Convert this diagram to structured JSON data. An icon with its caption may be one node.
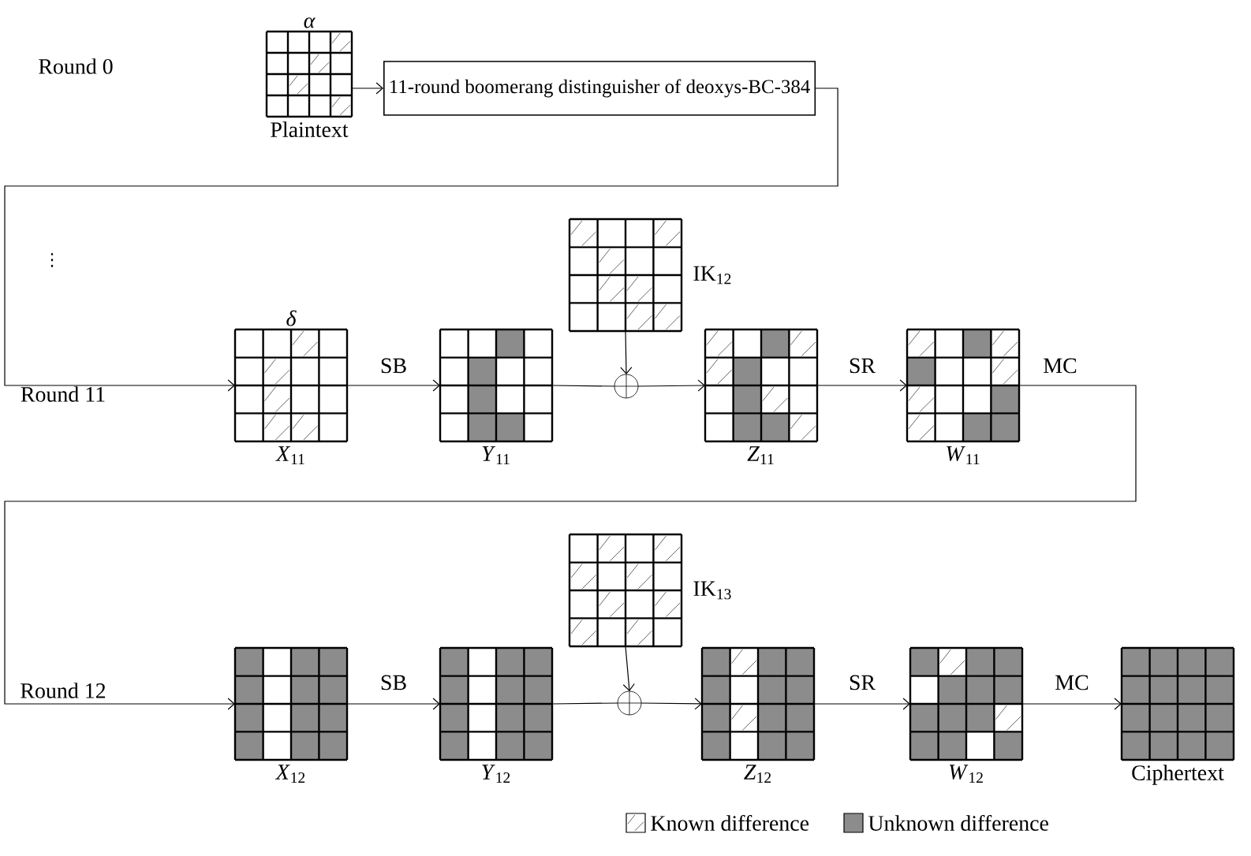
{
  "diagram": {
    "nodes": [
      {
        "text": [
          "α",
          "Plaintext"
        ]
      },
      {
        "text": [
          "11-round boomerang distinguisher of deoxys-BC-384"
        ]
      },
      {
        "text": [
          "δ",
          "*X*$_{11}$"
        ]
      },
      {
        "text": [
          "*Y*$_{11}$"
        ]
      },
      {
        "text": [
          "IK$_{12}$"
        ]
      },
      {
        "text": [],
        "shape": "circle"
      },
      {
        "text": [
          "*Z*$_{11}$"
        ]
      },
      {
        "text": [
          "*W*$_{11}$"
        ]
      },
      {
        "text": [
          "*X*$_{12}$"
        ]
      },
      {
        "text": [
          "*Y*$_{12}$"
        ]
      },
      {
        "text": [
          "IK$_{13}$"
        ]
      },
      {
        "text": [],
        "shape": "circle"
      },
      {
        "text": [
          "*Z*$_{12}$"
        ]
      },
      {
        "text": [
          "*W*$_{12}$"
        ]
      },
      {
        "text": [
          "Ciphertext"
        ]
      }
    ],
    "edges": [
      {
        "from": 0,
        "to": 1,
        "arrow": "to"
      },
      {
        "from": 1,
        "to": 2,
        "arrow": "to"
      },
      {
        "from": 2,
        "to": 3,
        "arrow": "to",
        "label": "SB"
      },
      {
        "from": 3,
        "to": 5,
        "arrow": "none"
      },
      {
        "from": 4,
        "to": 5,
        "arrow": "to"
      },
      {
        "from": 5,
        "to": 6,
        "arrow": "to"
      },
      {
        "from": 6,
        "to": 7,
        "arrow": "to",
        "label": "SR"
      },
      {
        "from": 7,
        "to": 8,
        "arrow": "to",
        "label": "MC"
      },
      {
        "from": 8,
        "to": 9,
        "arrow": "to",
        "label": "SB"
      },
      {
        "from": 9,
        "to": 11,
        "arrow": "none"
      },
      {
        "from": 10,
        "to": 11,
        "arrow": "to"
      },
      {
        "from": 11,
        "to": 12,
        "arrow": "to"
      },
      {
        "from": 12,
        "to": 13,
        "arrow": "to",
        "label": "SR"
      },
      {
        "from": 13,
        "to": 14,
        "arrow": "to",
        "label": "MC"
      }
    ],
    "labels": [
      "Round 0",
      "⋮",
      "Round 11",
      "Round 12"
    ],
    "legend": [
      {
        "text": "Known difference"
      },
      {
        "text": "Unknown difference",
        "color": "#8c8c8c"
      }
    ]
  }
}
